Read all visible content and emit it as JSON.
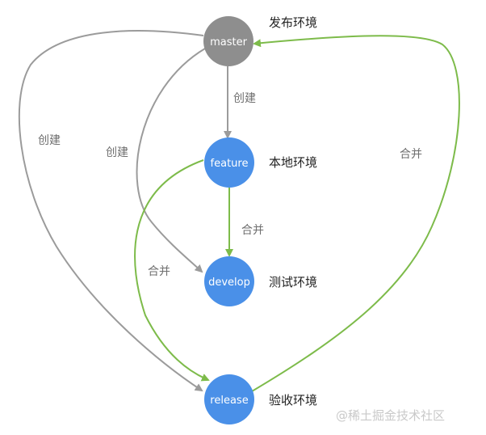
{
  "colors": {
    "master": "#8e8e8e",
    "branch": "#4a90e8",
    "create_edge": "#9b9b9b",
    "merge_edge": "#7dbb4a"
  },
  "nodes": {
    "master": {
      "label": "master",
      "env": "发布环境"
    },
    "feature": {
      "label": "feature",
      "env": "本地环境"
    },
    "develop": {
      "label": "develop",
      "env": "测试环境"
    },
    "release": {
      "label": "release",
      "env": "验收环境"
    }
  },
  "edges": {
    "create_feature": "创建",
    "create_develop": "创建",
    "create_release": "创建",
    "merge_feature_develop": "合并",
    "merge_feature_release": "合并",
    "merge_release_master": "合并"
  },
  "watermark": "@稀土掘金技术社区"
}
